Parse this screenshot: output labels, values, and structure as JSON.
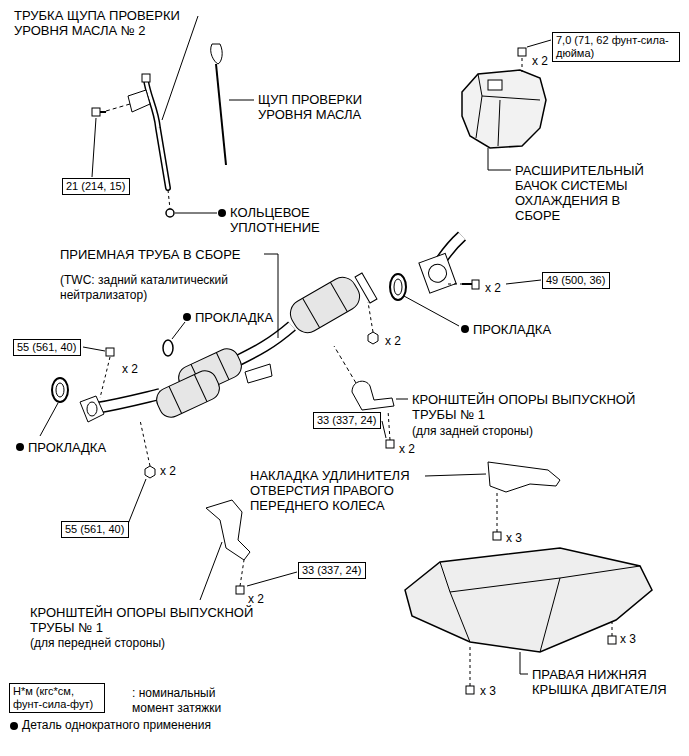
{
  "diagram": {
    "nodes": [
      {
        "text": [
          "7,0 (71, 62 фунт-сила-дюйма)"
        ]
      },
      {
        "text": [
          "21 (214, 15)"
        ]
      },
      {
        "text": [
          "49 (500, 36)"
        ]
      },
      {
        "text": [
          "55 (561, 40)"
        ]
      },
      {
        "text": [
          "33 (337, 24)"
        ]
      },
      {
        "text": [
          "55 (561, 40)"
        ]
      },
      {
        "text": [
          "33 (337, 24)"
        ]
      },
      {
        "text": [
          "Н*м (кгс*см, фунт-сила-фут)"
        ]
      }
    ],
    "labels": [
      "ТРУБКА ЩУПА ПРОВЕРКИ УРОВНЯ МАСЛА № 2",
      "ЩУП ПРОВЕРКИ УРОВНЯ МАСЛА",
      "КОЛЬЦЕВОЕ УПЛОТНЕНИЕ",
      "x 2",
      "РАСШИРИТЕЛЬНЫЙ БАЧОК СИСТЕМЫ ОХЛАЖДЕНИЯ В СБОРЕ",
      "ПРИЕМНАЯ ТРУБА В СБОРЕ",
      "(TWC: задний каталитический нейтрализатор)",
      "ПРОКЛАДКА",
      "x 2",
      "x 2",
      "x 2",
      "ПРОКЛАДКА",
      "ПРОКЛАДКА",
      "КРОНШТЕЙН ОПОРЫ ВЫПУСКНОЙ ТРУБЫ № 1",
      "(для задней стороны)",
      "x 2",
      "x 2",
      "НАКЛАДКА УДЛИНИТЕЛЯ ОТВЕРСТИЯ ПРАВОГО ПЕРЕДНЕГО КОЛЕСА",
      "x 3",
      "x 2",
      "x 3",
      "x 3",
      "КРОНШТЕЙН ОПОРЫ ВЫПУСКНОЙ ТРУБЫ № 1",
      "(для передней стороны)",
      "ПРАВАЯ НИЖНЯЯ КРЫШКА ДВИГАТЕЛЯ",
      ": номинальный момент затяжки"
    ],
    "legend": [
      {
        "text": "Деталь однократного применения"
      }
    ]
  }
}
